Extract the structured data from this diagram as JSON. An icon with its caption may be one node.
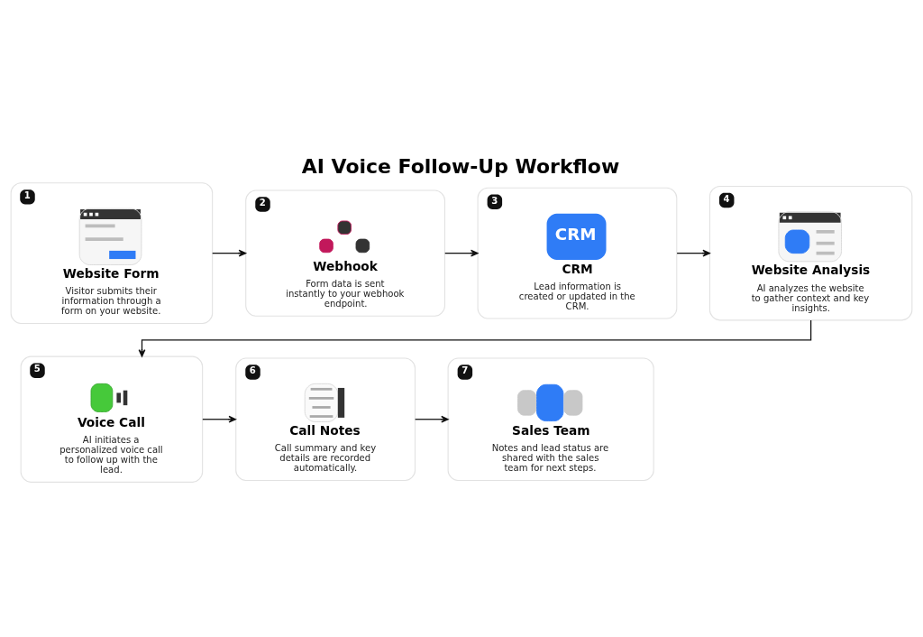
{
  "diagram": {
    "title": "AI Voice Follow-Up Workflow",
    "nodes": [
      {
        "text": [
          "1",
          "Website Form",
          "Visitor submits their information through a form on your website."
        ]
      },
      {
        "text": [
          "2",
          "Webhook",
          "Form data is sent instantly to your webhook endpoint."
        ]
      },
      {
        "text": [
          "3",
          "CRM",
          "CRM",
          "Lead information is created or updated in the CRM."
        ]
      },
      {
        "text": [
          "4",
          "Website Analysis",
          "AI analyzes the website to gather context and key insights."
        ]
      },
      {
        "text": [
          "5",
          "Voice Call",
          "AI initiates a personalized voice call to follow up with the lead."
        ]
      },
      {
        "text": [
          "6",
          "Call Notes",
          "Call summary and key details are recorded automatically."
        ]
      },
      {
        "text": [
          "7",
          "Sales Team",
          "Notes and lead status are shared with the sales team for next steps."
        ]
      }
    ],
    "edges": [
      {
        "from": 0,
        "to": 1,
        "arrow": "to"
      },
      {
        "from": 1,
        "to": 2,
        "arrow": "to"
      },
      {
        "from": 2,
        "to": 3,
        "arrow": "to"
      },
      {
        "from": 3,
        "to": 4,
        "arrow": "to"
      },
      {
        "from": 4,
        "to": 5,
        "arrow": "to"
      },
      {
        "from": 5,
        "to": 6,
        "arrow": "to"
      }
    ]
  }
}
